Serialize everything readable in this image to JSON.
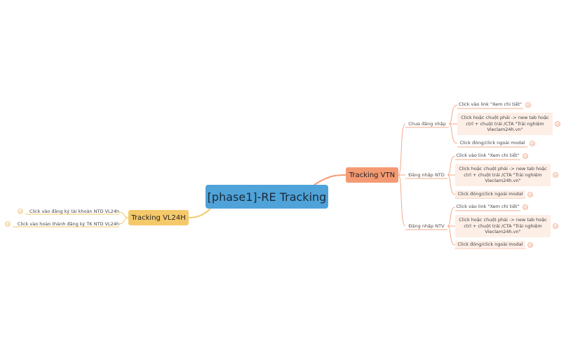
{
  "root": {
    "label": "[phase1]-RE Tracking"
  },
  "branches": {
    "vtn": {
      "label": "Tracking VTN",
      "groups": [
        {
          "label": "Chưa đăng nhập",
          "items": [
            {
              "label": "Click vào link \"Xem chi tiết\"",
              "badge": "10"
            },
            {
              "label": "Click hoặc  chuột phải -> new tab  hoặc ctrl + chuột trái /CTA \"Trải nghiệm Vieclam24h.vn\"",
              "badge": "10"
            },
            {
              "label": "Click đóng/click ngoài modal",
              "badge": "10"
            }
          ]
        },
        {
          "label": "Đăng nhập NTD",
          "items": [
            {
              "label": "Click vào link \"Xem chi tiết\"",
              "badge": "10"
            },
            {
              "label": "Click hoặc  chuột phải -> new tab  hoặc ctrl + chuột trái /CTA \"Trải nghiệm Vieclam24h.vn\"",
              "badge": "10"
            },
            {
              "label": "Click đóng/click ngoài modal",
              "badge": "10"
            }
          ]
        },
        {
          "label": "Đăng nhập NTV",
          "items": [
            {
              "label": "Click vào link \"Xem chi tiết\"",
              "badge": "10"
            },
            {
              "label": "Click hoặc  chuột phải -> new tab  hoặc ctrl + chuột trái /CTA \"Trải nghiệm Vieclam24h.vn\"",
              "badge": "10"
            },
            {
              "label": "Click đóng/click ngoài modal",
              "badge": "10"
            }
          ]
        }
      ]
    },
    "vl24h": {
      "label": "Tracking VL24H",
      "items": [
        {
          "label": "Click vào đăng ký tài khoản NTD VL24h",
          "badge": "10"
        },
        {
          "label": "Click vào hoàn thành đăng ký TK NTD VL24h",
          "badge": "10"
        }
      ]
    }
  },
  "colors": {
    "root": "#4fa3d9",
    "vtn": "#f49a73",
    "vl24h": "#f5c96a",
    "leaf_bg": "#fdeee6"
  }
}
